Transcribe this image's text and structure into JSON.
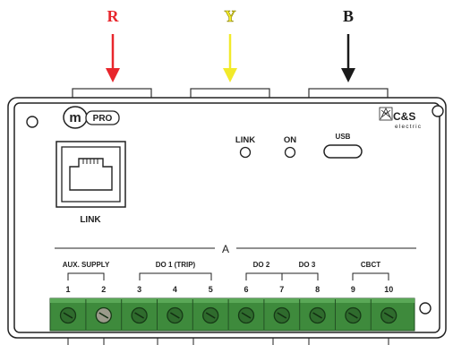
{
  "phases": [
    {
      "label": "R",
      "color": "#e8262c"
    },
    {
      "label": "Y",
      "color": "#f2ea2a"
    },
    {
      "label": "B",
      "color": "#1a1a1a"
    }
  ],
  "brand": {
    "logo_text": "PRO",
    "maker_line1": "C&S",
    "maker_line2": "electric"
  },
  "ports": {
    "link_label": "LINK"
  },
  "indicators": {
    "link_led_label": "LINK",
    "on_led_label": "ON",
    "usb_label": "USB"
  },
  "terminal_block": {
    "section_label": "A",
    "groups": [
      {
        "label": "AUX. SUPPLY"
      },
      {
        "label": "DO 1 (TRIP)"
      },
      {
        "label": "DO 2"
      },
      {
        "label": "DO 3"
      },
      {
        "label": "CBCT"
      }
    ],
    "terminal_numbers": [
      "1",
      "2",
      "3",
      "4",
      "5",
      "6",
      "7",
      "8",
      "9",
      "10"
    ]
  }
}
